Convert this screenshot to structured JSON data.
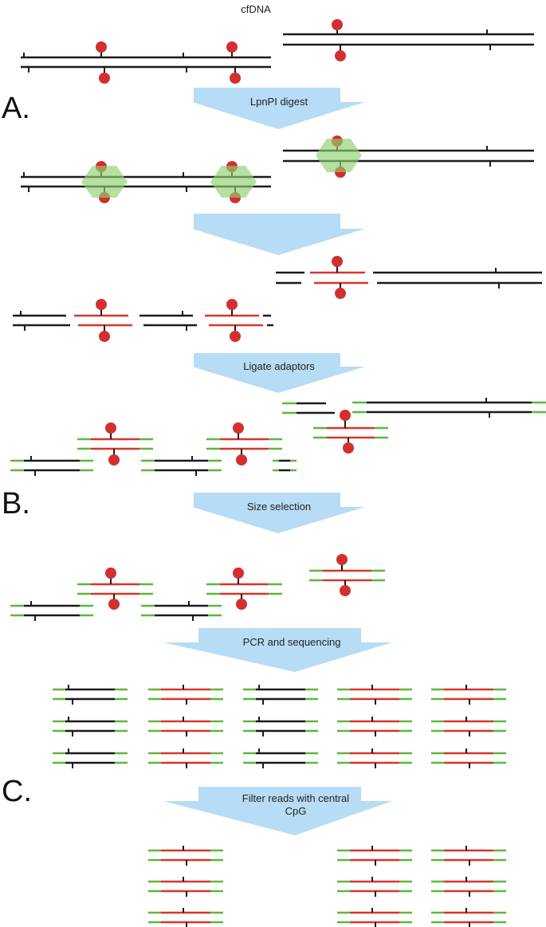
{
  "title": "cfDNA",
  "sections": {
    "a": "A.",
    "b": "B.",
    "c": "C."
  },
  "steps": {
    "digest": "LpnPI digest",
    "unlabeled": "",
    "ligate": "Ligate adaptors",
    "size": "Size selection",
    "pcr": "PCR and sequencing",
    "filter_line1": "Filter reads with central",
    "filter_line2": "CpG"
  },
  "colors": {
    "dna": "#1a1a1a",
    "cpg_fragment": "#d9342b",
    "adaptor": "#5cb83c",
    "methyl_mark": "#d32f2f",
    "enzyme": "#8fcf70",
    "arrow": "#b7dcf5"
  },
  "icons": {
    "methylation": "red-methyl-circle",
    "enzyme": "green-hexagon-lpnpi"
  }
}
